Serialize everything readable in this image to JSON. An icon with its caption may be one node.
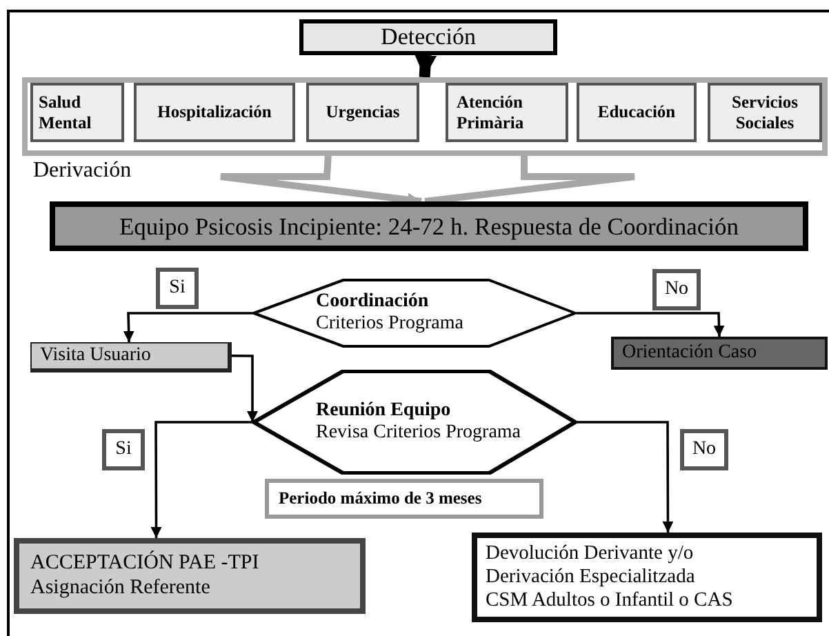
{
  "diagram": {
    "nodes": [
      {
        "text": [
          "Detección"
        ]
      },
      {
        "text": [],
        "shape": "box"
      },
      {
        "text": [
          "Salud Mental"
        ],
        "in": 1
      },
      {
        "text": [
          "Hospitalización"
        ],
        "in": 1
      },
      {
        "text": [
          "Urgencias"
        ],
        "in": 1
      },
      {
        "text": [
          "Atención Primària"
        ],
        "in": 1
      },
      {
        "text": [
          "Educación"
        ],
        "in": 1
      },
      {
        "text": [
          "Servicios Sociales"
        ],
        "in": 1
      },
      {
        "text": [
          "Equipo Psicosis Incipiente: 24-72 h. Respuesta de Coordinación"
        ]
      },
      {
        "text": [
          "Coordinación",
          "Criterios Programa"
        ]
      },
      {
        "text": [
          "Visita Usuario"
        ]
      },
      {
        "text": [
          "Orientación Caso"
        ]
      },
      {
        "text": [
          "Reunión Equipo",
          "Revisa Criterios Programa"
        ]
      },
      {
        "text": [
          "Periodo máximo de 3 meses"
        ]
      },
      {
        "text": [
          "ACCEPTACIÓN PAE -TPI",
          "Asignación Referente"
        ]
      },
      {
        "text": [
          "Devolución Derivante y/o",
          "Derivación Especialitzada",
          "CSM Adultos o Infantil o CAS"
        ]
      }
    ],
    "edges": [
      {
        "from": 0,
        "to": 1,
        "arrow": "to",
        "style": "thick"
      },
      {
        "from": 1,
        "to": 8,
        "arrow": "to",
        "style": "thick",
        "color": "#a6a6a6"
      },
      {
        "from": 9,
        "to": 10,
        "arrow": "to",
        "label": "Si"
      },
      {
        "from": 9,
        "to": 11,
        "arrow": "to",
        "label": "No"
      },
      {
        "from": 10,
        "to": 12,
        "arrow": "to"
      },
      {
        "from": 12,
        "to": 14,
        "arrow": "to",
        "label": "Si"
      },
      {
        "from": 12,
        "to": 15,
        "arrow": "to",
        "label": "No"
      }
    ],
    "labels": [
      "Derivación"
    ]
  }
}
